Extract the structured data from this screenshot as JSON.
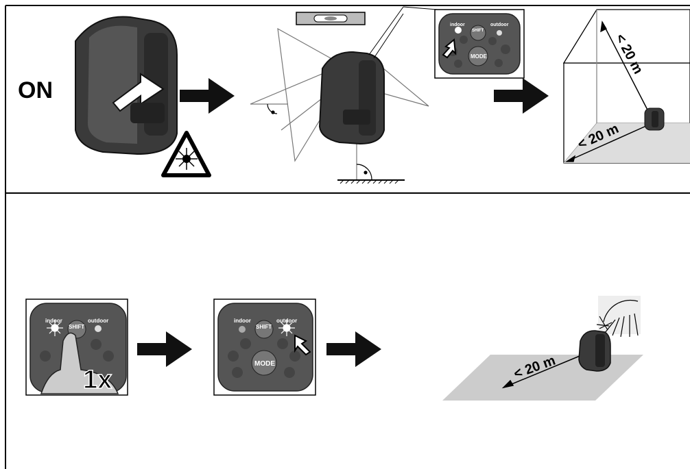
{
  "panel_top": {
    "power_label": "ON",
    "range_label_vertical": "< 20 m",
    "range_label_floor": "< 20 m",
    "keypad": {
      "indoor": "indoor",
      "outdoor": "outdoor",
      "shift": "SHIFT",
      "mode": "MODE"
    }
  },
  "panel_bottom": {
    "press_count": "1x",
    "range_label": "< 20 m",
    "keypad": {
      "indoor": "indoor",
      "outdoor": "outdoor",
      "shift": "SHIFT",
      "mode": "MODE"
    }
  },
  "icons": [
    "laser-warning-icon",
    "sun-icon",
    "arrow-right-icon",
    "laser-level-device",
    "hand-press-icon",
    "plumb-bubble-level-icon"
  ]
}
